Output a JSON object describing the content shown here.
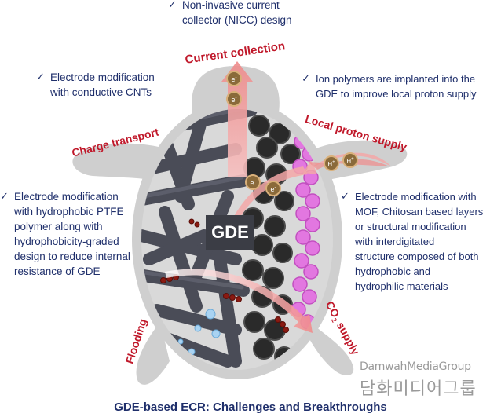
{
  "figure": {
    "caption": "GDE-based ECR: Challenges and Breakthroughs",
    "center_label": "GDE",
    "colors": {
      "title_red": "#c0182a",
      "note_navy": "#1f2f6b",
      "turtle_gray": "#cfcfcf",
      "ptfe_gray": "#4a4c57",
      "carbon_black": "#2a2a2a",
      "pink": "#e277e0",
      "arrow_pink": "#f3a7a7"
    }
  },
  "labels": {
    "current_collection": "Current collection",
    "charge_transport": "Charge transport",
    "local_proton_supply": "Local proton supply",
    "flooding": "Flooding",
    "co2_supply_main": "CO",
    "co2_supply_sub": "2",
    "co2_supply_tail": " supply"
  },
  "particles": {
    "electron": "e",
    "electron_sup": "-",
    "proton": "H",
    "proton_sup": "+"
  },
  "notes": {
    "top_center": "Non-invasive current\ncollector (NICC) design",
    "top_left": "Electrode modification\nwith conductive CNTs",
    "top_right": "Ion polymers are implanted into the\nGDE to improve local proton supply",
    "mid_left": "Electrode modification\nwith hydrophobic PTFE\npolymer along with\nhydrophobicity-graded\ndesign to reduce internal\nresistance of GDE",
    "mid_right": "Electrode modification with\nMOF, Chitosan based layers\nor structural modification\nwith interdigitated\nstructure composed of both\nhydrophobic and\nhydrophilic materials"
  },
  "check_glyph": "✓",
  "watermark": {
    "latin": "DamwahMediaGroup",
    "korean": "담화미디어그룹"
  }
}
